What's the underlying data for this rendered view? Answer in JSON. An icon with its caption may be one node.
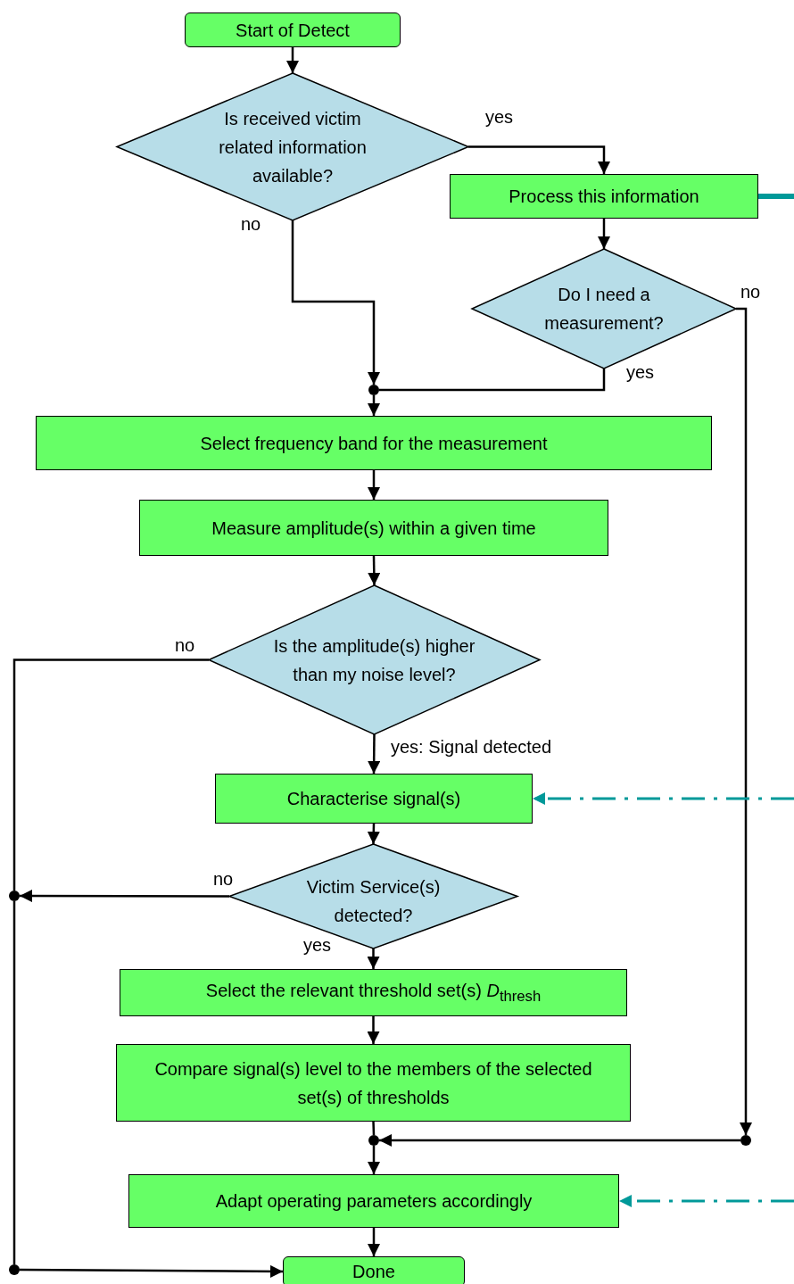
{
  "diagram": {
    "nodes": [
      {
        "text": [
          "Start of Detect"
        ]
      },
      {
        "text": [
          "Is received victim related information available?"
        ]
      },
      {
        "text": [
          "Process this information"
        ]
      },
      {
        "text": [
          "Do I need a measurement?"
        ]
      },
      {
        "text": [],
        "shape": "circle"
      },
      {
        "text": [
          "Select frequency band for the measurement"
        ]
      },
      {
        "text": [
          "Measure amplitude(s) within a given time"
        ]
      },
      {
        "text": [
          "Is the amplitude(s) higher than my noise level?"
        ]
      },
      {
        "text": [
          "Characterise signal(s)"
        ]
      },
      {
        "text": [
          "Victim Service(s) detected?"
        ]
      },
      {
        "text": [],
        "shape": "circle"
      },
      {
        "text": [
          "Select the relevant threshold set(s) *D*$_{thresh}$"
        ]
      },
      {
        "text": [
          "Compare signal(s) level to the members of the selected set(s) of thresholds"
        ]
      },
      {
        "text": [],
        "shape": "circle"
      },
      {
        "text": [],
        "shape": "circle"
      },
      {
        "text": [
          "Adapt operating parameters accordingly"
        ]
      },
      {
        "text": [],
        "shape": "circle"
      },
      {
        "text": [
          "Done"
        ]
      }
    ],
    "edges": [
      {
        "from": 0,
        "to": 1,
        "arrow": "to"
      },
      {
        "from": 1,
        "to": 2,
        "arrow": "to",
        "label": "yes"
      },
      {
        "from": 1,
        "to": 4,
        "arrow": "to",
        "label": "no"
      },
      {
        "from": 2,
        "to": 3,
        "arrow": "to"
      },
      {
        "from": 3,
        "to": 4,
        "arrow": "none",
        "label": "yes"
      },
      {
        "from": 3,
        "to": 14,
        "arrow": "to",
        "label": "no"
      },
      {
        "from": 4,
        "to": 5,
        "arrow": "to"
      },
      {
        "from": 5,
        "to": 6,
        "arrow": "to"
      },
      {
        "from": 6,
        "to": 7,
        "arrow": "to"
      },
      {
        "from": 7,
        "to": 8,
        "arrow": "to",
        "label": "yes: Signal detected"
      },
      {
        "from": 7,
        "to": 10,
        "arrow": "none",
        "label": "no"
      },
      {
        "from": 8,
        "to": 9,
        "arrow": "to"
      },
      {
        "from": 9,
        "to": 10,
        "arrow": "to",
        "label": "no"
      },
      {
        "from": 9,
        "to": 11,
        "arrow": "to",
        "label": "yes"
      },
      {
        "from": 11,
        "to": 12,
        "arrow": "to"
      },
      {
        "from": 12,
        "to": 13,
        "arrow": "none"
      },
      {
        "from": 14,
        "to": 13,
        "arrow": "to"
      },
      {
        "from": 13,
        "to": 15,
        "arrow": "to"
      },
      {
        "from": 15,
        "to": 17,
        "arrow": "to"
      },
      {
        "from": 10,
        "to": 16,
        "arrow": "none"
      },
      {
        "from": 16,
        "to": 17,
        "arrow": "to"
      },
      {
        "from": 2,
        "to": null,
        "arrow": "none",
        "style": "thick",
        "color": "#009999"
      },
      {
        "from": null,
        "to": 8,
        "arrow": "to",
        "style": "dashed",
        "color": "#009999"
      },
      {
        "from": null,
        "to": 15,
        "arrow": "to",
        "style": "dashed",
        "color": "#009999"
      }
    ]
  }
}
